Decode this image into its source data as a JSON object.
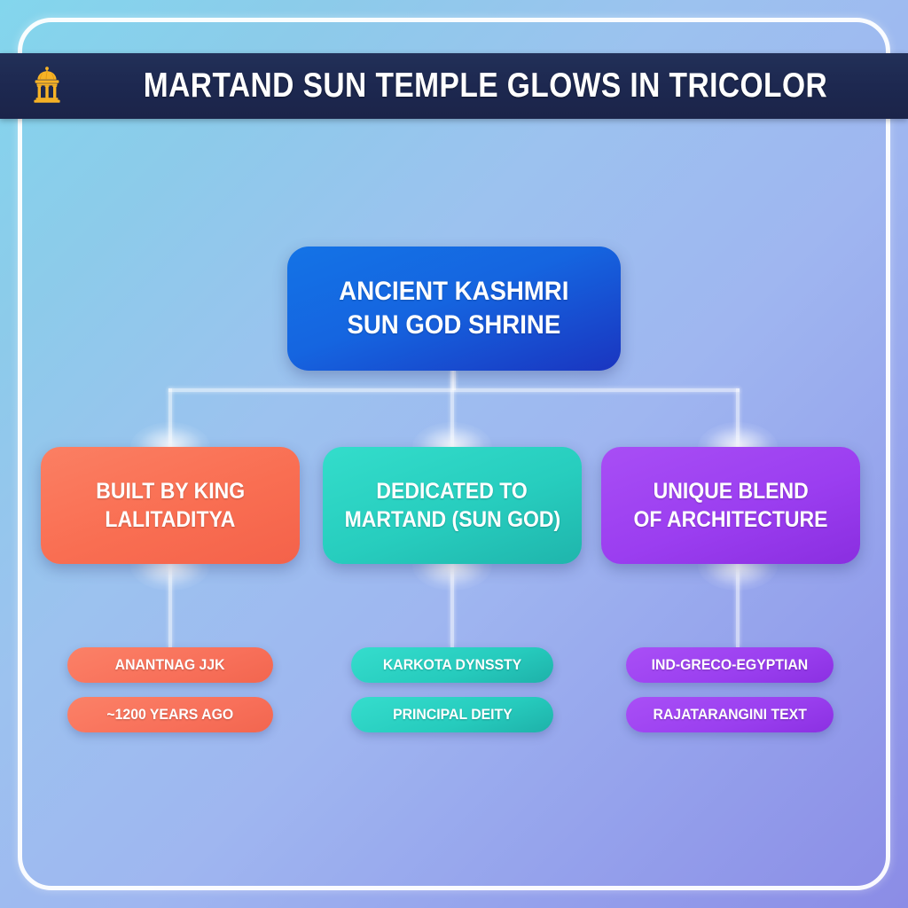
{
  "header": {
    "title": "MARTAND SUN TEMPLE GLOWS IN TRICOLOR",
    "icon": "temple-icon",
    "bar_color": "#1e2a52",
    "icon_color": "#f7b326"
  },
  "background": {
    "gradient_from": "#83d6ed",
    "gradient_to": "#8b8ce6",
    "frame_color": "#ffffff"
  },
  "diagram": {
    "type": "hierarchy-tree",
    "root": {
      "line1": "ANCIENT KASHMRI",
      "line2": "SUN GOD SHRINE",
      "color": "#1565e0"
    },
    "branches": [
      {
        "line1": "BUILT BY KING",
        "line2": "LALITADITYA",
        "color": "#f96e52",
        "leaves": [
          "ANANTNAG JJK",
          "~1200 YEARS AGO"
        ]
      },
      {
        "line1": "DEDICATED TO",
        "line2": "MARTAND (SUN GOD)",
        "color": "#27cdbe",
        "leaves": [
          "KARKOTA DYNSSTY",
          "PRINCIPAL DEITY"
        ]
      },
      {
        "line1": "UNIQUE BLEND",
        "line2": "OF ARCHITECTURE",
        "color": "#9b3ef0",
        "leaves": [
          "IND-GRECO-EGYPTIAN",
          "RAJATARANGINI TEXT"
        ]
      }
    ]
  }
}
